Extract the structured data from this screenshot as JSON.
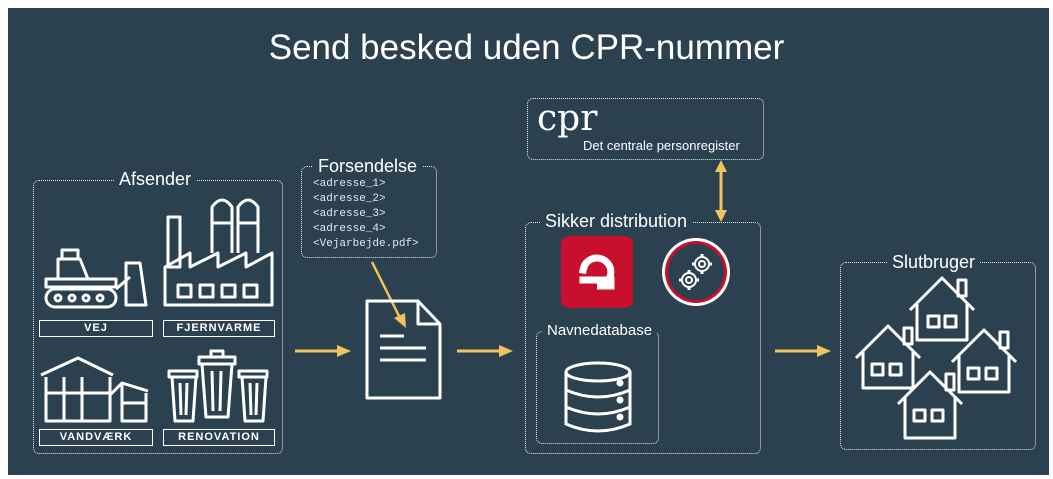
{
  "title": "Send besked uden CPR-nummer",
  "afsender": {
    "label": "Afsender",
    "items": [
      "VEJ",
      "FJERNVARME",
      "VANDVÆRK",
      "RENOVATION"
    ]
  },
  "forsendelse": {
    "label": "Forsendelse",
    "lines": [
      "<adresse_1>",
      "<adresse_2>",
      "<adresse_3>",
      "<adresse_4>",
      "<Vejarbejde.pdf>"
    ]
  },
  "cpr": {
    "logo": "cpr",
    "subtitle": "Det centrale personregister"
  },
  "distribution": {
    "label": "Sikker distribution",
    "database_label": "Navnedatabase"
  },
  "slutbruger": {
    "label": "Slutbruger"
  },
  "colors": {
    "background": "#2b4150",
    "arrow": "#f3c15f",
    "eboks_red": "#c8102e",
    "line": "#ffffff"
  },
  "icons": [
    "bulldozer-icon",
    "factory-icon",
    "greenhouse-icon",
    "trash-cans-icon",
    "document-icon",
    "eboks-logo-icon",
    "gears-icon",
    "database-icon",
    "houses-icon"
  ]
}
